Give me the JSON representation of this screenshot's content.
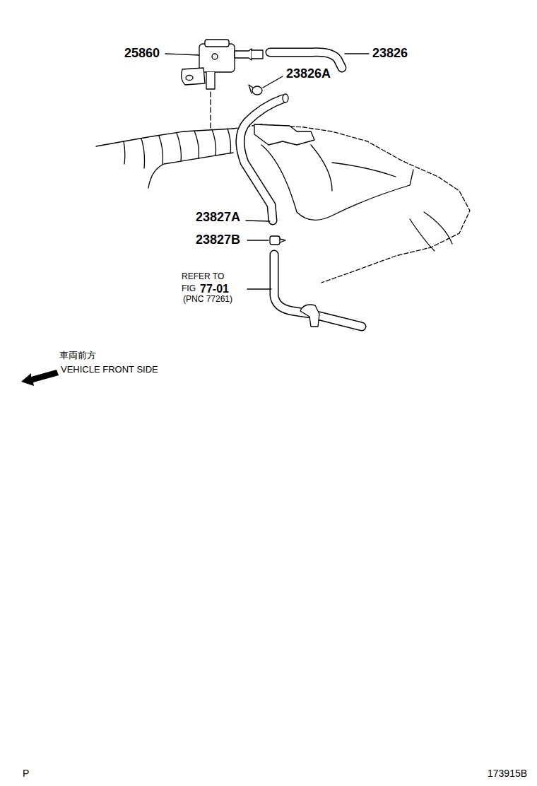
{
  "diagram": {
    "labels": [
      "25860",
      "23826",
      "23826A",
      "23827A",
      "23827B",
      "REFER TO",
      "FIG",
      "77-01",
      "(PNC 77261)",
      "車両前方",
      "VEHICLE FRONT SIDE",
      "P",
      "173915B"
    ]
  }
}
